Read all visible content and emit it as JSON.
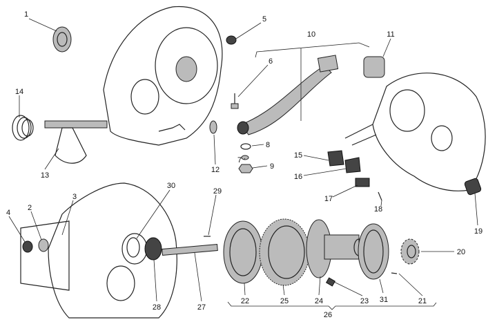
{
  "diagram": {
    "type": "exploded parts diagram",
    "part_numbers": [
      "1",
      "2",
      "3",
      "4",
      "5",
      "6",
      "7",
      "8",
      "9",
      "10",
      "11",
      "12",
      "13",
      "14",
      "15",
      "16",
      "17",
      "18",
      "19",
      "20",
      "21",
      "22",
      "23",
      "24",
      "25",
      "26",
      "27",
      "28",
      "29",
      "30",
      "31"
    ]
  }
}
